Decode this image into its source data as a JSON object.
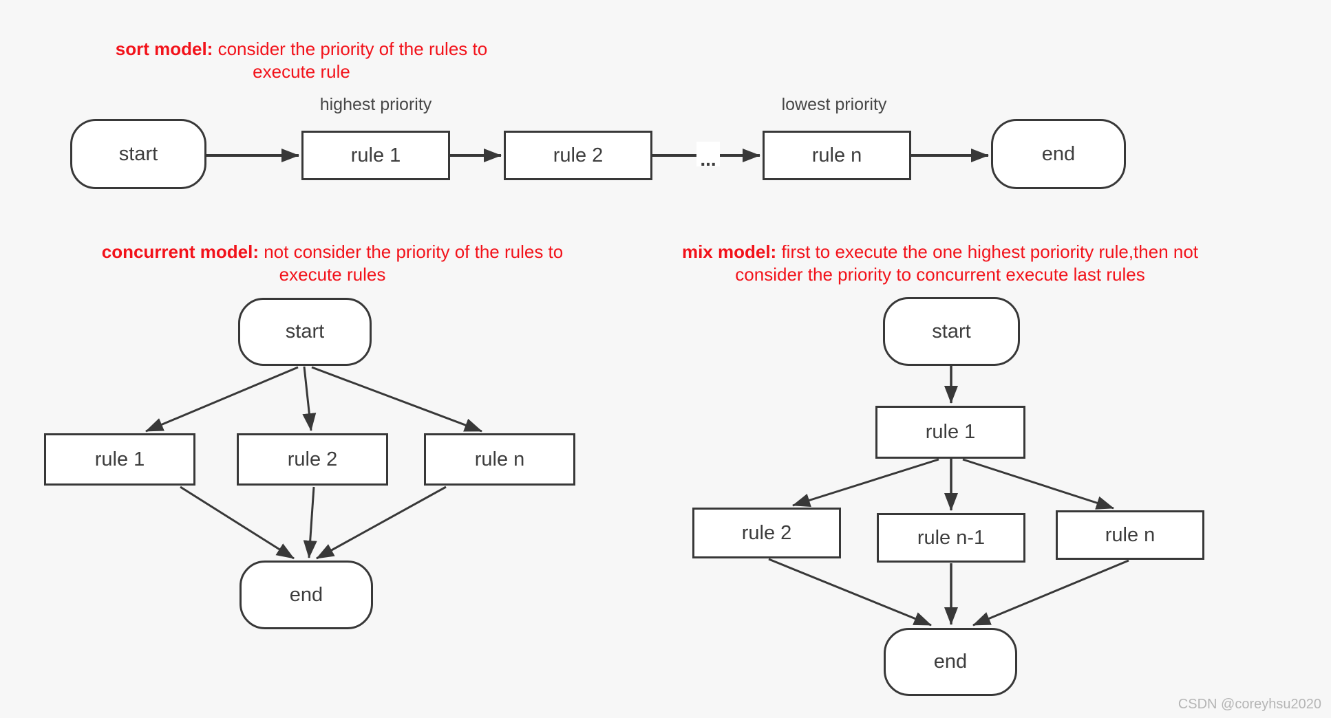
{
  "page": {
    "watermark": "CSDN @coreyhsu2020"
  },
  "colors": {
    "background": "#f7f7f7",
    "node_fill": "#ffffff",
    "stroke": "#383838",
    "text": "#3d3d3d",
    "title_red": "#f2121a",
    "watermark_gray": "#b5b5b5"
  },
  "sort_model": {
    "title_bold": "sort model:",
    "title_rest": " consider the priority of the rules to",
    "title_line2": "execute rule",
    "label_highest": "highest priority",
    "label_lowest": "lowest priority",
    "ellipsis": "...",
    "nodes": [
      "start",
      "rule 1",
      "rule 2",
      "rule n",
      "end"
    ],
    "edges": [
      [
        "start",
        "rule 1"
      ],
      [
        "rule 1",
        "rule 2"
      ],
      [
        "rule 2",
        "rule n"
      ],
      [
        "rule n",
        "end"
      ]
    ]
  },
  "concurrent_model": {
    "title_bold": "concurrent model:",
    "title_rest": " not consider the priority of the rules to",
    "title_line2": "execute rules",
    "nodes": [
      "start",
      "rule 1",
      "rule 2",
      "rule n",
      "end"
    ],
    "edges": [
      [
        "start",
        "rule 1"
      ],
      [
        "start",
        "rule 2"
      ],
      [
        "start",
        "rule n"
      ],
      [
        "rule 1",
        "end"
      ],
      [
        "rule 2",
        "end"
      ],
      [
        "rule n",
        "end"
      ]
    ]
  },
  "mix_model": {
    "title_bold": "mix model:",
    "title_rest": " first to execute the one highest poriority rule,then not",
    "title_line2": "consider the priority to concurrent execute last rules",
    "nodes": [
      "start",
      "rule 1",
      "rule 2",
      "rule n-1",
      "rule n",
      "end"
    ],
    "edges": [
      [
        "start",
        "rule 1"
      ],
      [
        "rule 1",
        "rule 2"
      ],
      [
        "rule 1",
        "rule n-1"
      ],
      [
        "rule 1",
        "rule n"
      ],
      [
        "rule 2",
        "end"
      ],
      [
        "rule n-1",
        "end"
      ],
      [
        "rule n",
        "end"
      ]
    ]
  }
}
